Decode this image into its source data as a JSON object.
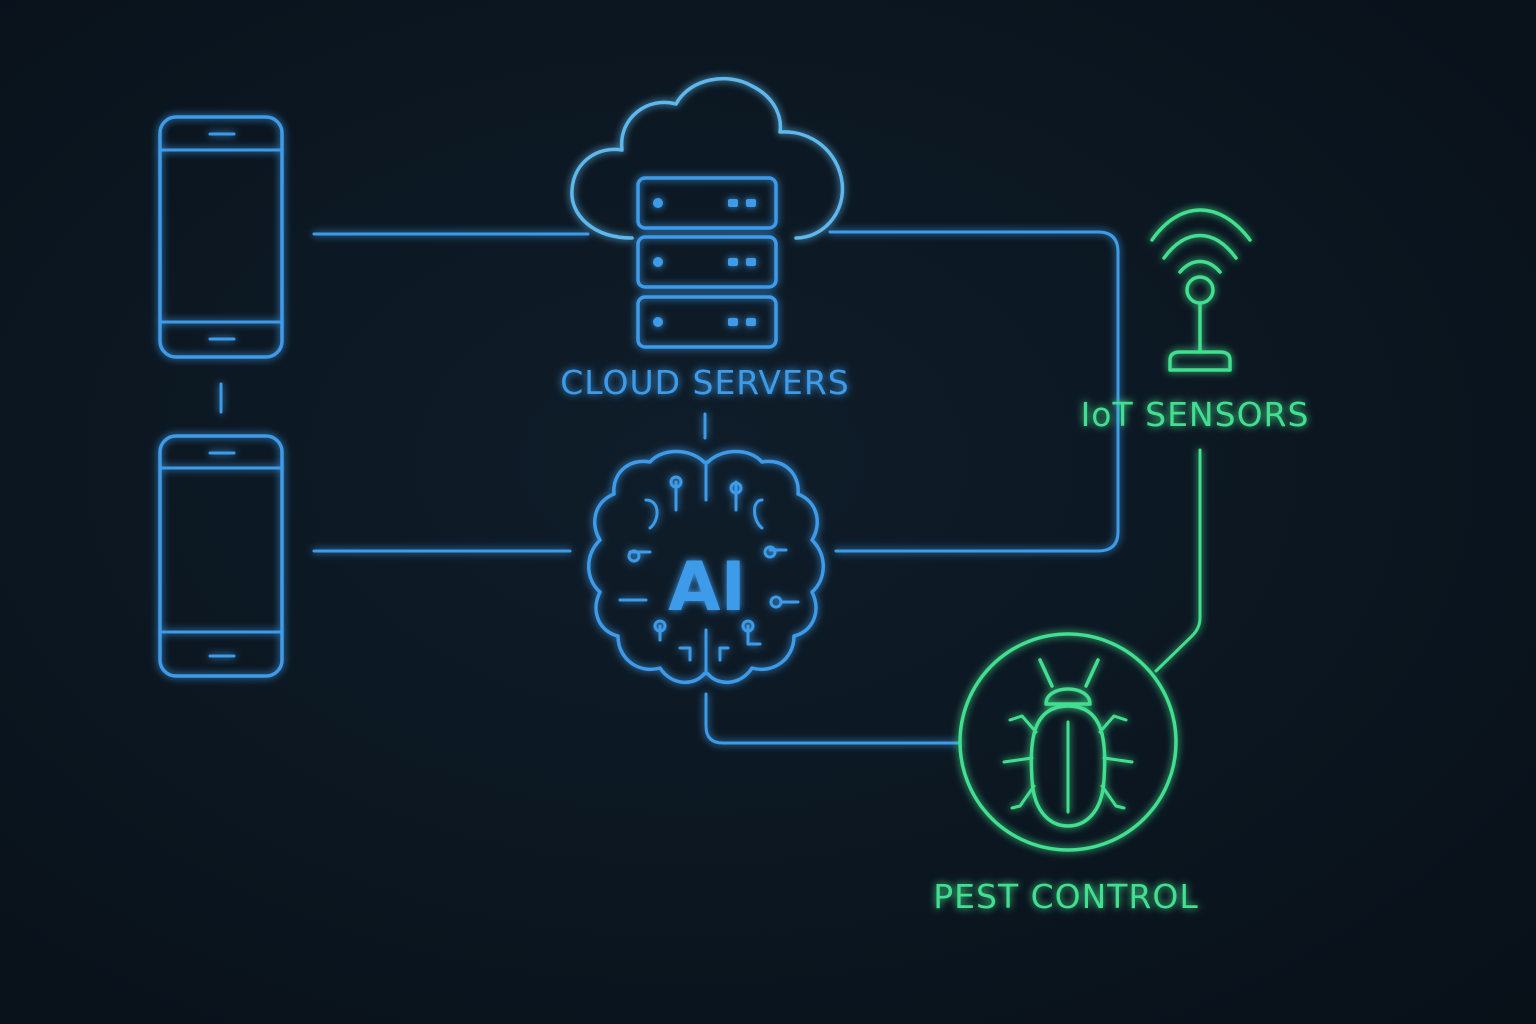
{
  "nodes": {
    "cloud": {
      "label": "CLOUD SERVERS",
      "icon": "cloud-server-icon"
    },
    "ai": {
      "label": "AI",
      "icon": "brain-icon"
    },
    "iot": {
      "label": "IoT SENSORS",
      "icon": "antenna-icon"
    },
    "pest": {
      "label": "PEST CONTROL",
      "icon": "bug-icon"
    },
    "phone_top": {
      "icon": "smartphone-icon"
    },
    "phone_bottom": {
      "icon": "smartphone-icon"
    }
  },
  "colors": {
    "background": "#0b1620",
    "blue": "#3d9be9",
    "cloud_blue": "#5fb8ec",
    "green": "#43df90"
  }
}
